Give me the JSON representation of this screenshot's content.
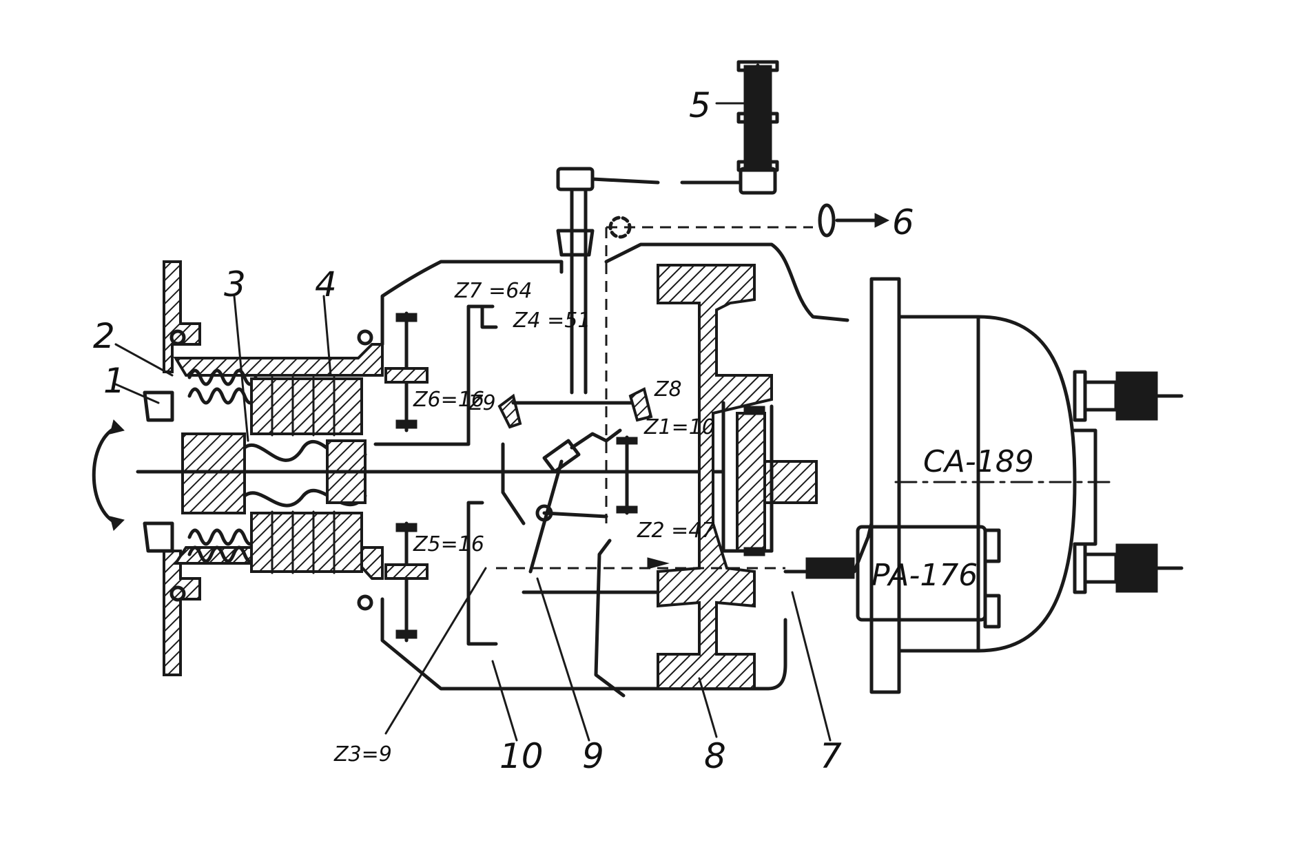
{
  "labels": {
    "part_1": "1",
    "part_2": "2",
    "part_3": "3",
    "part_4": "4",
    "part_5": "5",
    "part_6": "6",
    "part_7": "7",
    "part_8": "8",
    "part_9": "9",
    "part_10": "10"
  },
  "gears": {
    "z7": "Z7 =64",
    "z4": "Z4 =51",
    "z6": "Z6=16",
    "z9": "Z9",
    "z8": "Z8",
    "z1": "Z1=10",
    "z2": "Z2 =47",
    "z5": "Z5=16",
    "z3": "Z3=9"
  },
  "components": {
    "starter": "CA-189",
    "relay": "PA-176"
  }
}
